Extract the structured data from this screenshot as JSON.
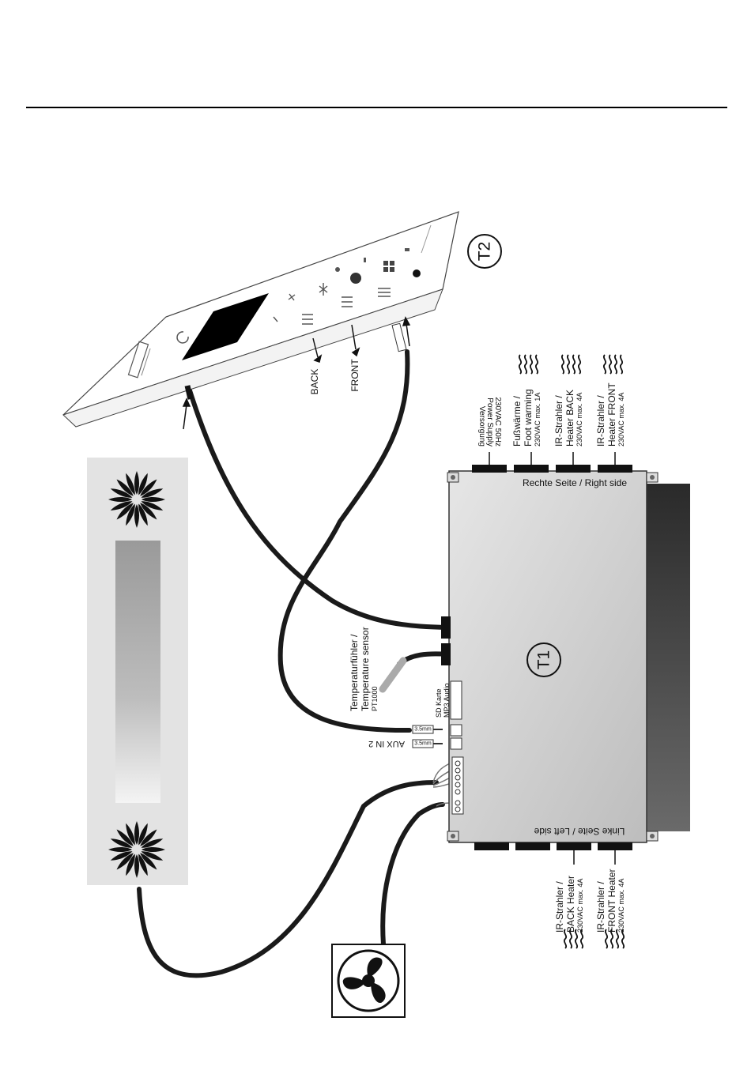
{
  "labels": {
    "T1": "T1",
    "T2": "T2",
    "back": "BACK",
    "front": "FRONT",
    "right_side": "Rechte Seite / Right side",
    "left_side": "Linke Seite / Left side",
    "supply_1": "Versorgung",
    "supply_2": "Power Supply",
    "supply_3": "230VAC 50Hz",
    "foot_1": "Fußwärme /",
    "foot_2": "Foot warming",
    "foot_3": "230VAC max. 1A",
    "rhb_1": "IR-Strahler /",
    "rhb_2": "Heater BACK",
    "rhb_3": "230VAC max. 4A",
    "rhf_1": "IR-Strahler /",
    "rhf_2": "Heater FRONT",
    "rhf_3": "230VAC max. 4A",
    "lhb_1": "IR-Strahler /",
    "lhb_2": "BACK Heater",
    "lhb_3": "230VAC max. 4A",
    "lhf_1": "IR-Strahler /",
    "lhf_2": "FRONT Heater",
    "lhf_3": "230VAC max. 4A",
    "temp_1": "Temperaturfühler /",
    "temp_2": "Temperature sensor",
    "temp_3": "PT1000",
    "sd_1": "SD Karte",
    "sd_2": "MP3 Audio",
    "aux": "AUX IN 2",
    "jack_1": "3.5mm",
    "jack_2": "3.5mm"
  }
}
